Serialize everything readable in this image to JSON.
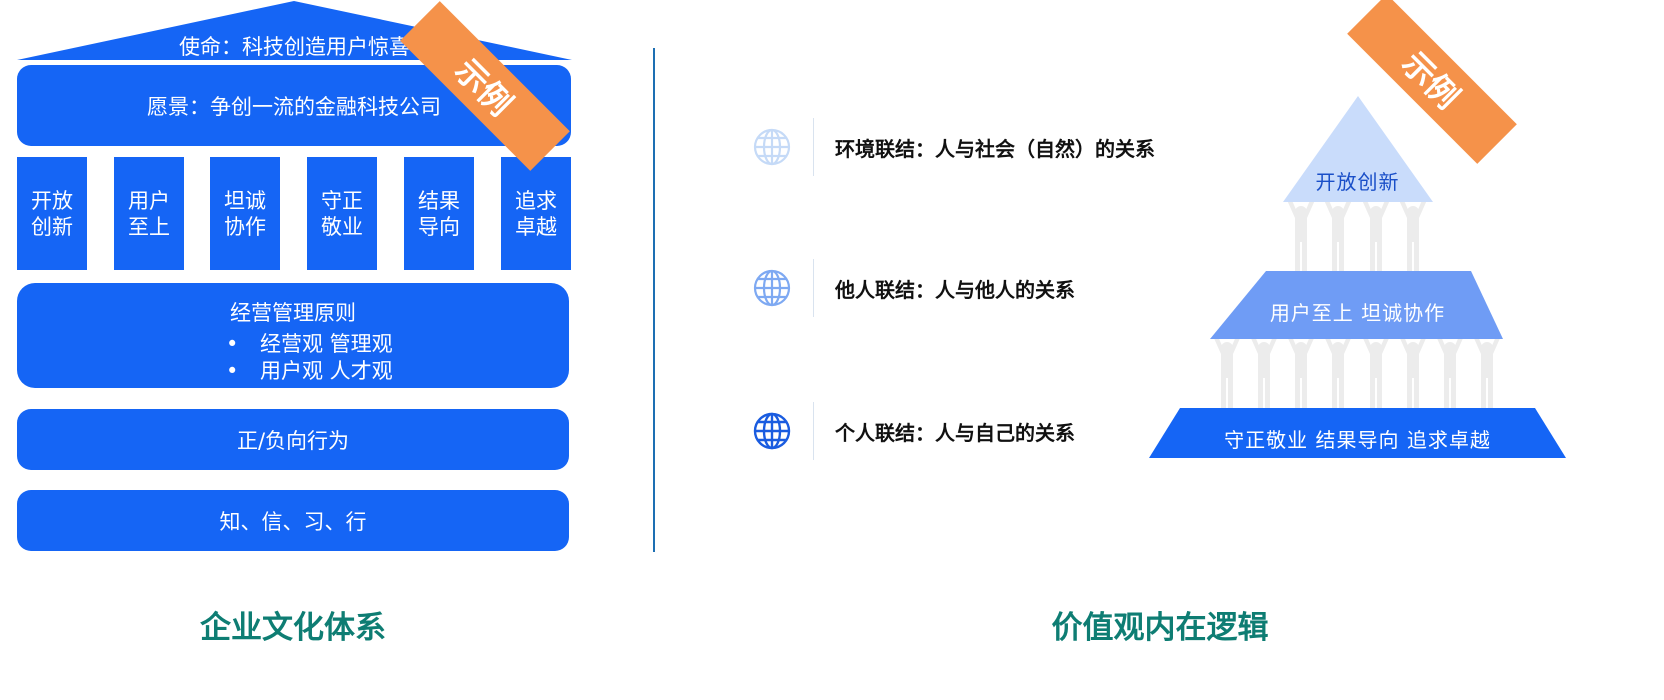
{
  "left": {
    "roof_label": "使命：科技创造用户惊喜",
    "vision_label": "愿景：争创一流的金融科技公司",
    "pillars": [
      "开放\n创新",
      "用户\n至上",
      "坦诚\n协作",
      "守正\n敬业",
      "结果\n导向",
      "追求\n卓越"
    ],
    "principles": {
      "title": "经营管理原则",
      "bullet": "•",
      "items": [
        "经营观 管理观",
        "用户观 人才观"
      ]
    },
    "behavior_label": "正/负向行为",
    "practice_label": "知、信、习、行",
    "caption": "企业文化体系",
    "stamp_label": "示例"
  },
  "right": {
    "links": [
      {
        "label": "环境联结：人与社会（自然）的关系",
        "icon": "globe-icon",
        "icon_color": "#c5daf7"
      },
      {
        "label": "他人联结：人与他人的关系",
        "icon": "globe-icon",
        "icon_color": "#7ea9f2"
      },
      {
        "label": "个人联结：人与自己的关系",
        "icon": "globe-icon",
        "icon_color": "#1a5ce0"
      }
    ],
    "pyramid": {
      "top": "开放创新",
      "middle": "用户至上  坦诚协作",
      "bottom": "守正敬业  结果导向  追求卓越"
    },
    "caption": "价值观内在逻辑",
    "stamp_label": "示例"
  },
  "colors": {
    "primary_blue": "#1565f5",
    "stamp_orange": "#f5924a",
    "caption_teal": "#0e7d73",
    "divider": "#1d6fb3",
    "tier_top": "#c9dcfb",
    "tier_middle": "#6f9cf5",
    "tier_bottom": "#1565f5",
    "figure_gray": "#ececec"
  }
}
